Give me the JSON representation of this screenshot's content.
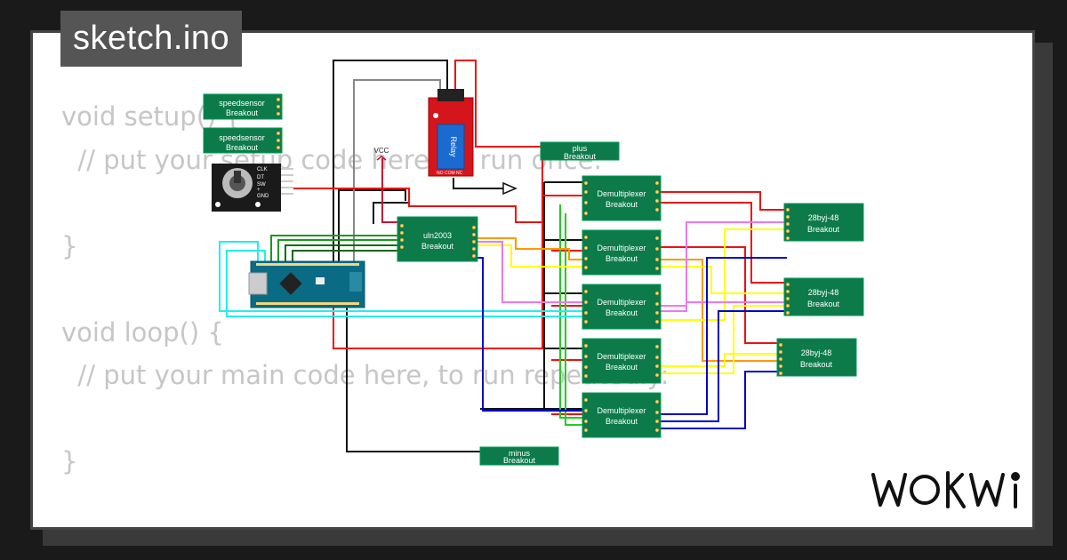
{
  "title": "sketch.ino",
  "brand": "WOKWI",
  "code_lines": [
    "void setup() {",
    "  // put your setup code here, to run once:",
    "",
    "}",
    "",
    "void loop() {",
    "  // put your main code here, to run repeatedly:",
    "",
    "}"
  ],
  "components": {
    "speedsensor1": {
      "name": "speedsensor",
      "sub": "Breakout"
    },
    "speedsensor2": {
      "name": "speedsensor",
      "sub": "Breakout"
    },
    "encoder": {
      "pins": [
        "CLK",
        "DT",
        "SW",
        "+",
        "GND"
      ]
    },
    "relay": {
      "label": "Relay",
      "pins": [
        "NO",
        "COM",
        "NC"
      ]
    },
    "vcc": {
      "label": "VCC"
    },
    "plus": {
      "name": "plus",
      "sub": "Breakout"
    },
    "uln2003": {
      "name": "uln2003",
      "sub": "Breakout"
    },
    "demux": [
      {
        "name": "Demultiplexer",
        "sub": "Breakout"
      },
      {
        "name": "Demultiplexer",
        "sub": "Breakout"
      },
      {
        "name": "Demultiplexer",
        "sub": "Breakout"
      },
      {
        "name": "Demultiplexer",
        "sub": "Breakout"
      },
      {
        "name": "Demultiplexer",
        "sub": "Breakout"
      }
    ],
    "stepper": [
      {
        "name": "28byj-48",
        "sub": "Breakout"
      },
      {
        "name": "28byj-48",
        "sub": "Breakout"
      },
      {
        "name": "28byj-48",
        "sub": "Breakout"
      }
    ],
    "minus": {
      "name": "minus",
      "sub": "Breakout"
    }
  },
  "colors": {
    "board": "#0d7a4a",
    "arduino": "#0a6b84",
    "relay": "#d4151b",
    "code_text": "#c6c6c6"
  }
}
